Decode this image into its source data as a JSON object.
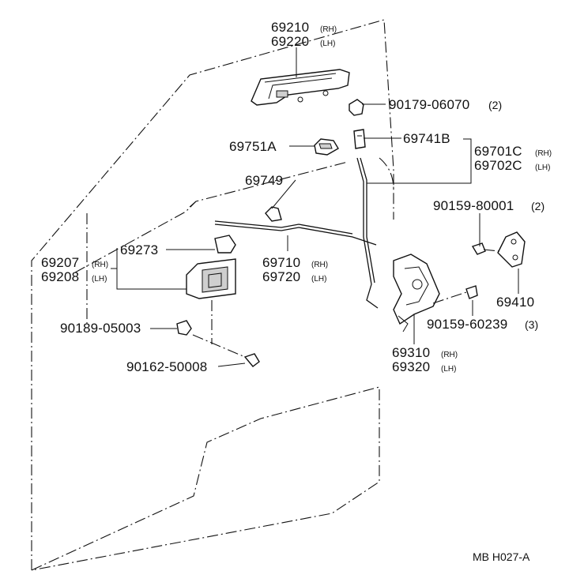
{
  "diagram": {
    "code": "MB H027-A",
    "callouts": {
      "c69210": "69210",
      "c69210_sfx": "(RH)",
      "c69220": "69220",
      "c69220_sfx": "(LH)",
      "c90179": "90179-06070",
      "c90179_qty": "(2)",
      "c69741B": "69741B",
      "c69751A": "69751A",
      "c69701C": "69701C",
      "c69701C_sfx": "(RH)",
      "c69702C": "69702C",
      "c69702C_sfx": "(LH)",
      "c69749": "69749",
      "c90159a": "90159-80001",
      "c90159a_qty": "(2)",
      "c69273": "69273",
      "c69207": "69207",
      "c69207_sfx": "(RH)",
      "c69208": "69208",
      "c69208_sfx": "(LH)",
      "c69710": "69710",
      "c69710_sfx": "(RH)",
      "c69720": "69720",
      "c69720_sfx": "(LH)",
      "c69410": "69410",
      "c90189": "90189-05003",
      "c90159b": "90159-60239",
      "c90159b_qty": "(3)",
      "c69310": "69310",
      "c69310_sfx": "(RH)",
      "c69320": "69320",
      "c69320_sfx": "(LH)",
      "c90162": "90162-50008"
    }
  }
}
